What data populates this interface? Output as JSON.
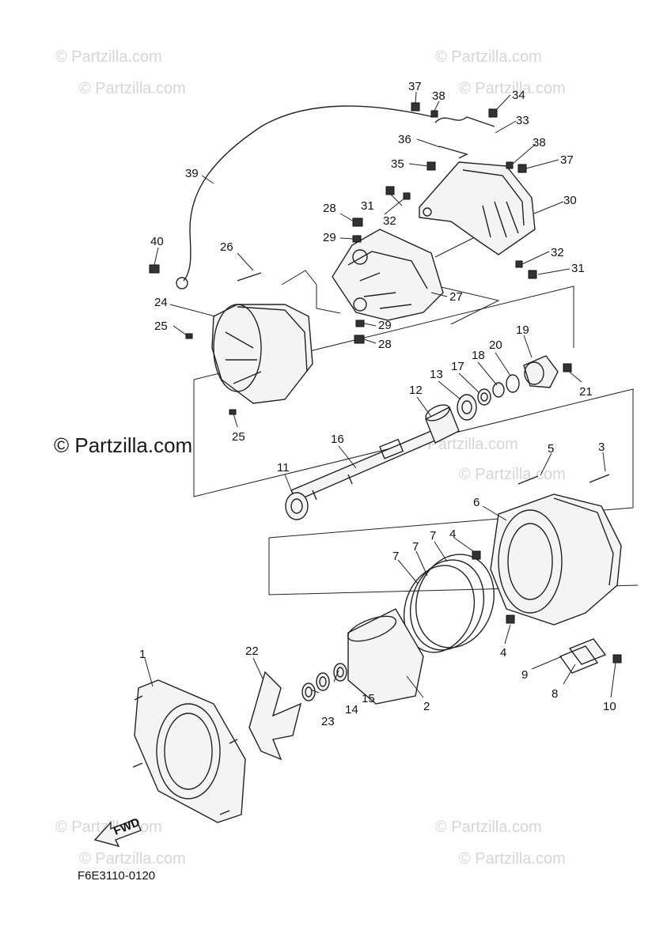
{
  "watermarks": {
    "small": "© Partzilla.com",
    "large": "© Partzilla.com"
  },
  "diagram_code": "F6E3110-0120",
  "fwd_label": "FWD",
  "callouts": {
    "c1": "1",
    "c2": "2",
    "c3": "3",
    "c4a": "4",
    "c4b": "4",
    "c5": "5",
    "c6": "6",
    "c7a": "7",
    "c7b": "7",
    "c7c": "7",
    "c8": "8",
    "c9": "9",
    "c10": "10",
    "c11": "11",
    "c12": "12",
    "c13": "13",
    "c14": "14",
    "c15": "15",
    "c16": "16",
    "c17": "17",
    "c18": "18",
    "c19": "19",
    "c20": "20",
    "c21": "21",
    "c22": "22",
    "c23": "23",
    "c24": "24",
    "c25a": "25",
    "c25b": "25",
    "c26": "26",
    "c27": "27",
    "c28a": "28",
    "c28b": "28",
    "c29a": "29",
    "c29b": "29",
    "c30": "30",
    "c31a": "31",
    "c31b": "31",
    "c32a": "32",
    "c32b": "32",
    "c33": "33",
    "c34": "34",
    "c35": "35",
    "c36": "36",
    "c37a": "37",
    "c37b": "37",
    "c38a": "38",
    "c38b": "38",
    "c39": "39",
    "c40": "40"
  }
}
